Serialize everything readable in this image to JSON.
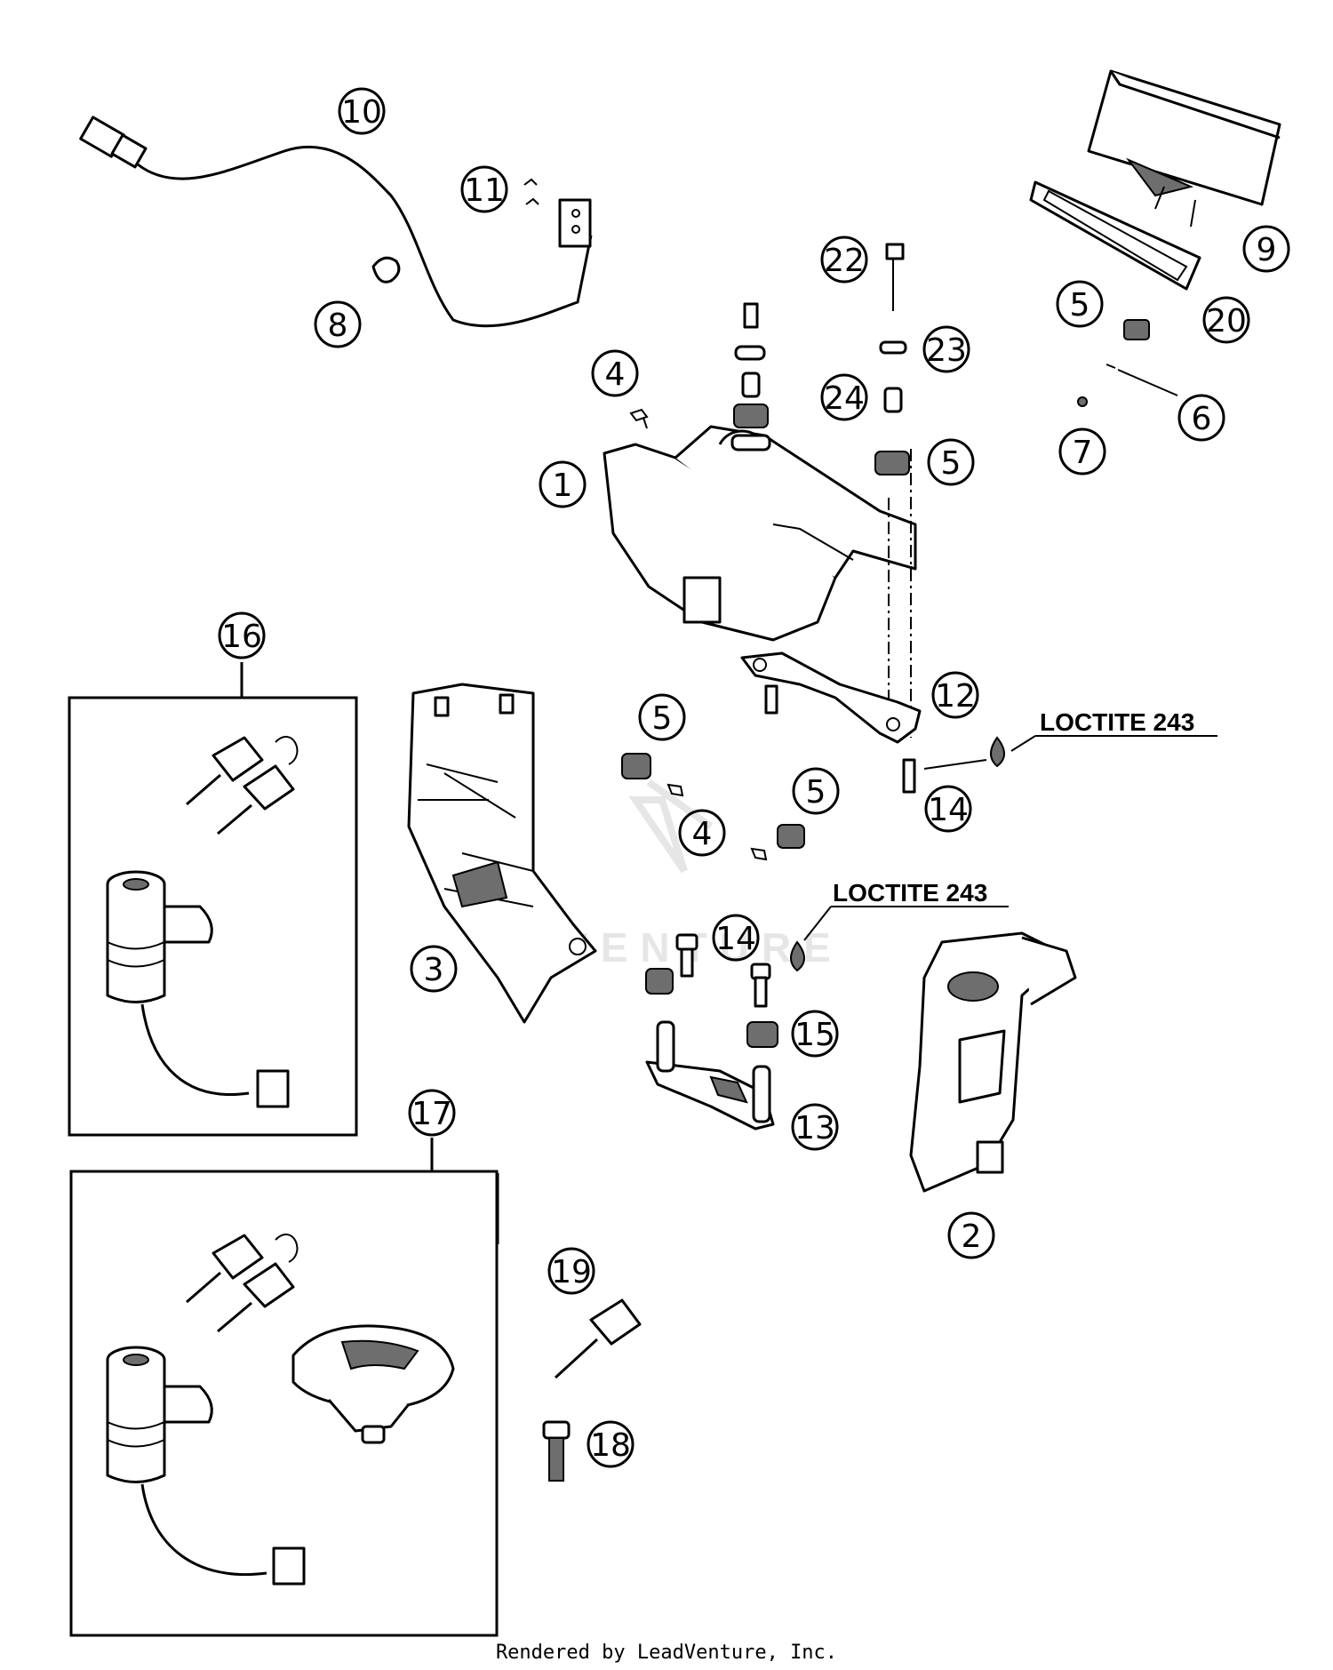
{
  "callouts": {
    "n1": "1",
    "n2": "2",
    "n3": "3",
    "n4a": "4",
    "n4b": "4",
    "n5a": "5",
    "n5b": "5",
    "n5c": "5",
    "n5d": "5",
    "n6": "6",
    "n7": "7",
    "n8": "8",
    "n9": "9",
    "n10": "10",
    "n11": "11",
    "n12": "12",
    "n13": "13",
    "n14a": "14",
    "n14b": "14",
    "n15": "15",
    "n16": "16",
    "n17": "17",
    "n18": "18",
    "n19": "19",
    "n20": "20",
    "n22": "22",
    "n23": "23",
    "n24": "24"
  },
  "notes": {
    "loctite_upper": "LOCTITE 243",
    "loctite_lower": "LOCTITE 243"
  },
  "watermark": "CAVENTURE",
  "footer": "Rendered by LeadVenture, Inc."
}
